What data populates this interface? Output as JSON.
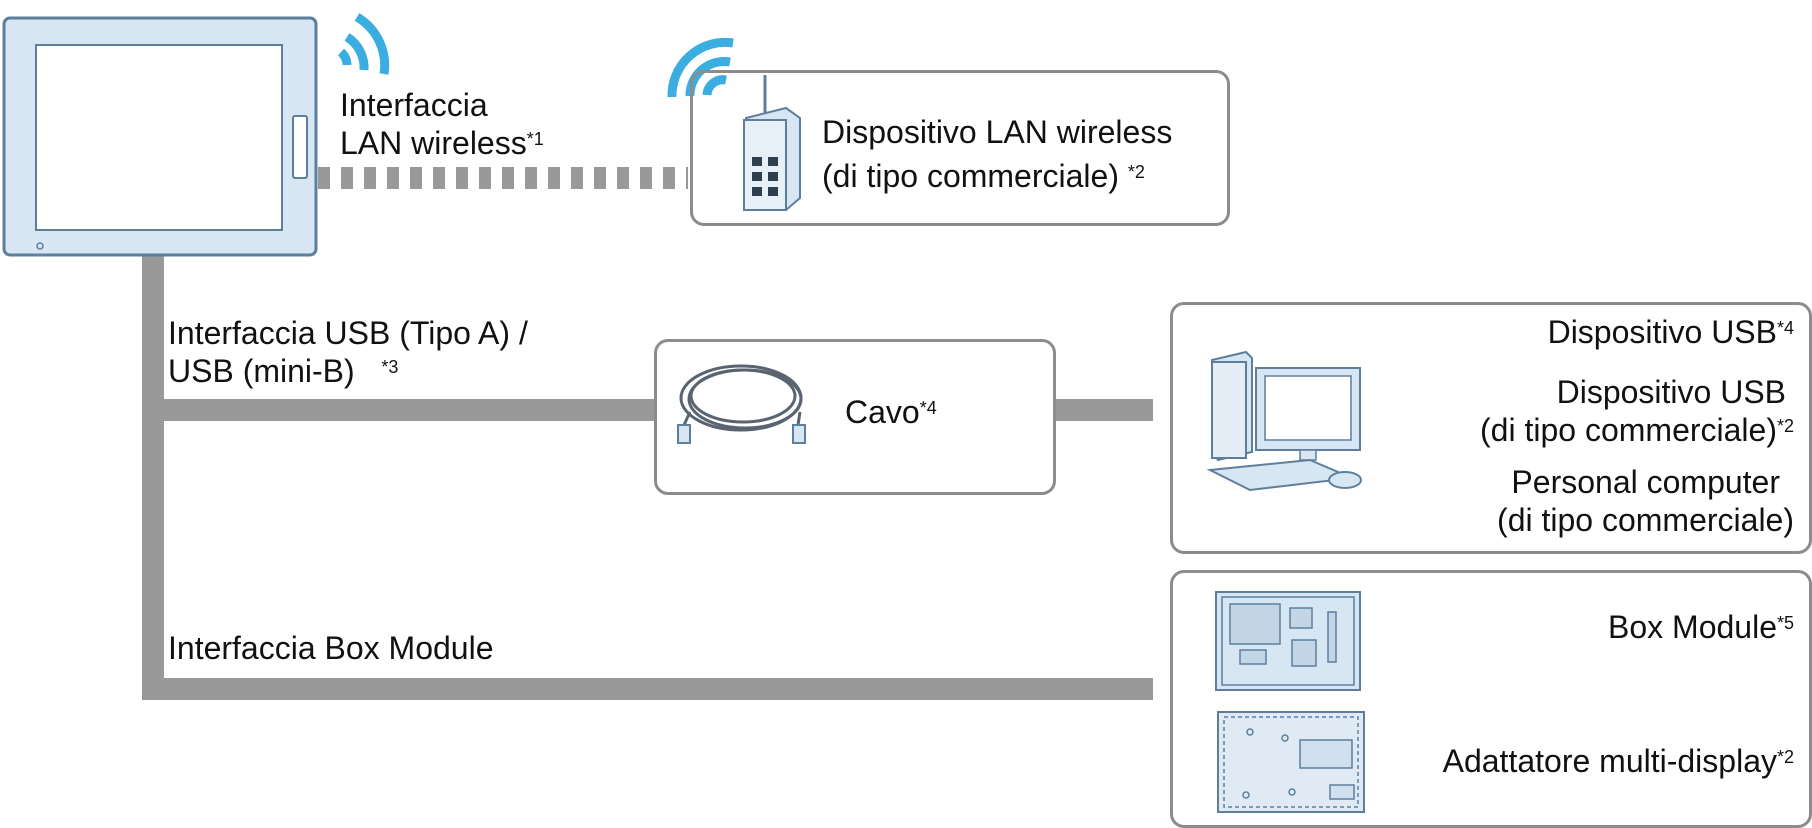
{
  "labels": {
    "wireless_if_l1": "Interfaccia",
    "wireless_if_l2": "LAN wireless",
    "wireless_if_note": "*1",
    "usb_if_l1": "Interfaccia USB (Tipo A) /",
    "usb_if_l2": "USB (mini-B)",
    "usb_if_note": "*3",
    "box_if": "Interfaccia Box Module"
  },
  "wireless_device": {
    "line1": "Dispositivo LAN wireless",
    "line2": "(di tipo commerciale)",
    "note": "*2"
  },
  "cable": {
    "label": "Cavo",
    "note": "*4"
  },
  "usb_devices": {
    "item1": "Dispositivo USB",
    "item1_note": "*4",
    "item2_l1": "Dispositivo USB",
    "item2_l2": "(di tipo commerciale)",
    "item2_note": "*2",
    "item3_l1": "Personal computer",
    "item3_l2": "(di tipo commerciale)"
  },
  "box_modules": {
    "item1": "Box Module",
    "item1_note": "*5",
    "item2": "Adattatore multi-display",
    "item2_note": "*2"
  },
  "colors": {
    "line": "#999999",
    "wifi": "#3aaee0",
    "device_fill": "#d6e6f2",
    "device_stroke": "#5e7f9c",
    "box_border": "#8c8c8c"
  }
}
